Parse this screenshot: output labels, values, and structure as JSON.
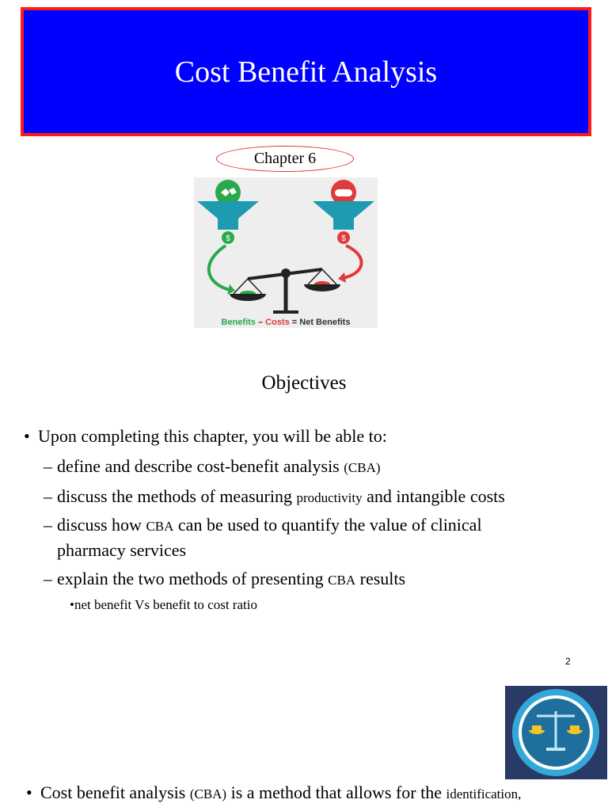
{
  "title": "Cost Benefit Analysis",
  "chapter": "Chapter 6",
  "illustration": {
    "caption_benefits": "Benefits",
    "caption_minus": " – ",
    "caption_costs": "Costs",
    "caption_equals": " = Net Benefits",
    "benefit_color": "#2aa84a",
    "cost_color": "#e03a3a"
  },
  "objectives": {
    "heading": "Objectives",
    "intro": "Upon completing this chapter, you will be able to:",
    "items": [
      {
        "pre": "define and describe cost-benefit analysis ",
        "small": "(CBA)",
        "post": ""
      },
      {
        "pre": "discuss the methods of measuring ",
        "small": "productivity",
        "post": " and intangible costs"
      },
      {
        "pre": "discuss how ",
        "small": "CBA",
        "post": " can be used to quantify the value of clinical",
        "line2": "pharmacy services"
      },
      {
        "pre": "explain the two methods of presenting ",
        "small": "CBA",
        "post": " results"
      }
    ],
    "subitem": "net benefit Vs benefit to cost ratio"
  },
  "page_number": "2",
  "next_slide": {
    "pre": "Cost benefit analysis ",
    "small1": "(CBA)",
    "mid": " is a method that allows for the ",
    "small2": "identification,"
  }
}
